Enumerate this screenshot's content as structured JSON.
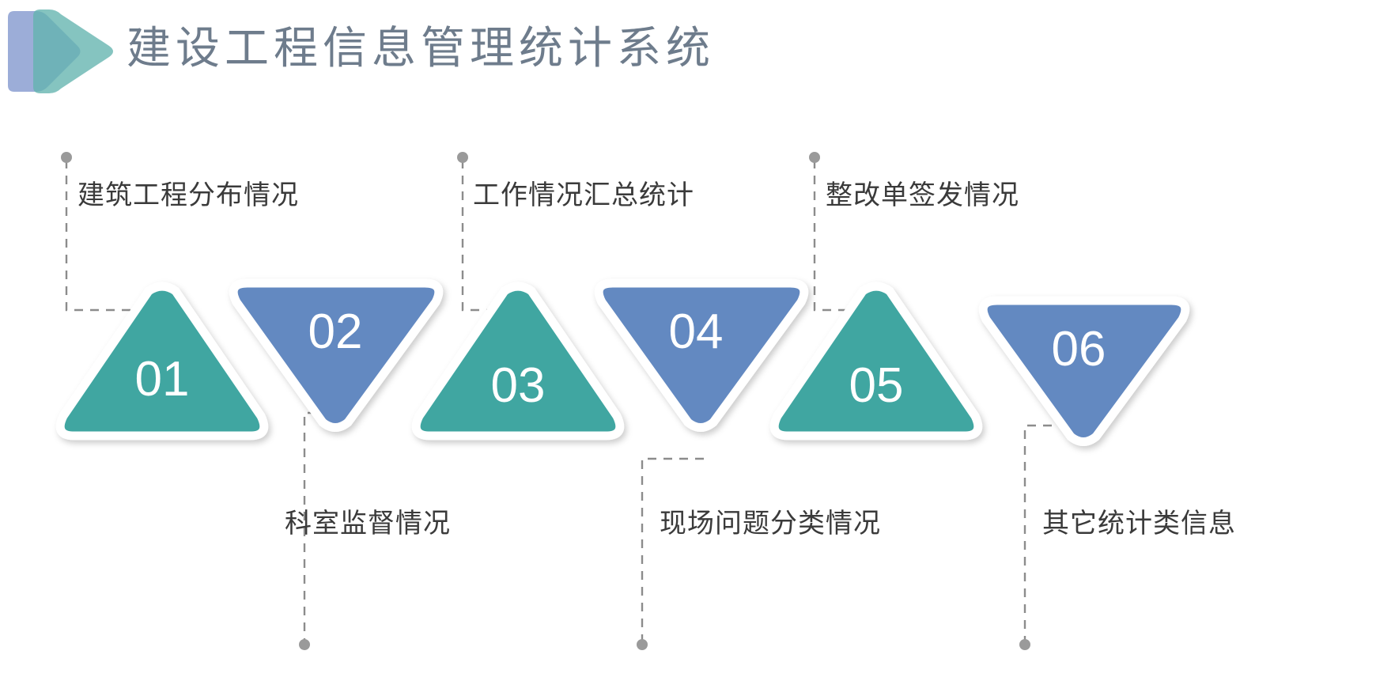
{
  "header": {
    "title": "建设工程信息管理统计系统",
    "logo_icon": "double-play-triangle-logo",
    "title_color": "#6e7c8c"
  },
  "theme": {
    "background": "#ffffff",
    "teal": "#3fa6a1",
    "blue": "#6489c1",
    "label_text": "#3a3a3a",
    "connector": "#8c8c8c",
    "shape_outline": "#ffffff",
    "number_text": "#ffffff"
  },
  "diagram": {
    "type": "alternating-triangle-process",
    "steps": [
      {
        "number": "01",
        "label": "建筑工程分布情况",
        "color": "#3fa6a1",
        "orientation": "up",
        "label_position": "top"
      },
      {
        "number": "02",
        "label": "科室监督情况",
        "color": "#6489c1",
        "orientation": "down",
        "label_position": "bottom"
      },
      {
        "number": "03",
        "label": "工作情况汇总统计",
        "color": "#3fa6a1",
        "orientation": "up",
        "label_position": "top"
      },
      {
        "number": "04",
        "label": "现场问题分类情况",
        "color": "#6489c1",
        "orientation": "down",
        "label_position": "bottom"
      },
      {
        "number": "05",
        "label": "整改单签发情况",
        "color": "#3fa6a1",
        "orientation": "up",
        "label_position": "top"
      },
      {
        "number": "06",
        "label": "其它统计类信息",
        "color": "#6489c1",
        "orientation": "down",
        "label_position": "bottom"
      }
    ]
  }
}
